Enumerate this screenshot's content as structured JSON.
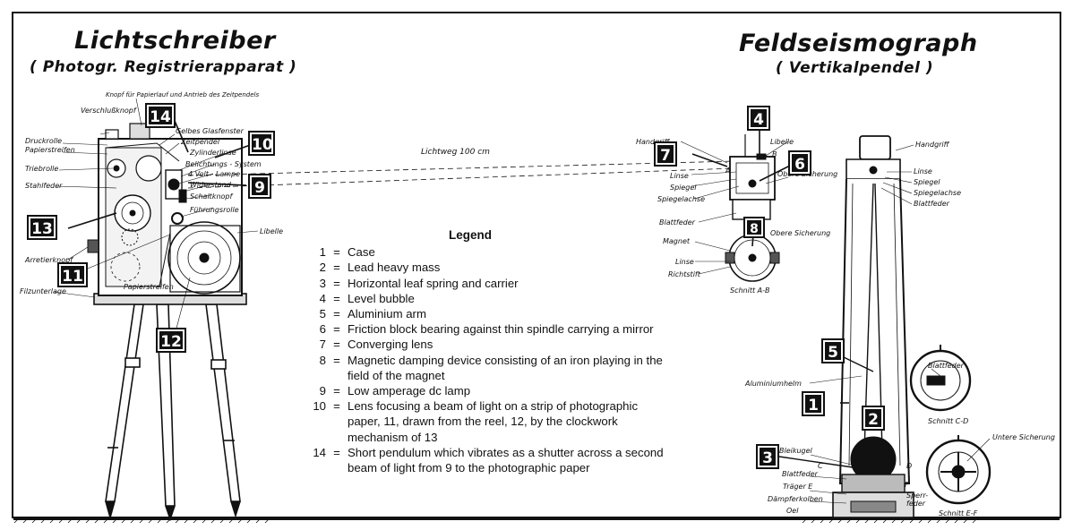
{
  "left_title": {
    "main": "Lichtschreiber",
    "sub": "( Photogr. Registrierapparat )"
  },
  "right_title": {
    "main": "Feldseismograph",
    "sub": "( Vertikalpendel )"
  },
  "lightpath_label": "Lichtweg   100 cm",
  "legend": {
    "title": "Legend",
    "items": [
      {
        "num": "1",
        "text": "Case"
      },
      {
        "num": "2",
        "text": "Lead heavy mass"
      },
      {
        "num": "3",
        "text": "Horizontal leaf spring and carrier"
      },
      {
        "num": "4",
        "text": "Level bubble"
      },
      {
        "num": "5",
        "text": "Aluminium arm"
      },
      {
        "num": "6",
        "text": "Friction block bearing against thin spindle carrying a mirror"
      },
      {
        "num": "7",
        "text": "Converging lens"
      },
      {
        "num": "8",
        "text": "Magnetic damping device consisting of an iron playing in the field of the magnet"
      },
      {
        "num": "9",
        "text": "Low amperage dc lamp"
      },
      {
        "num": "10",
        "text": "Lens focusing a beam of light on a strip of photographic paper, 11, drawn from the reel, 12, by the clockwork mechanism of 13"
      },
      {
        "num": "14",
        "text": "Short pendulum which vibrates as a shutter across a second beam of light from 9 to the photographic paper"
      }
    ]
  },
  "badges": {
    "b1": "1",
    "b2": "2",
    "b3": "3",
    "b4": "4",
    "b5": "5",
    "b6": "6",
    "b7": "7",
    "b8": "8",
    "b9": "9",
    "b10": "10",
    "b11": "11",
    "b12": "12",
    "b13": "13",
    "b14": "14"
  },
  "recorder_labels": {
    "verschlussknopf": "Verschlußknopf",
    "knopf": "Knopf für Papierlauf und Antrieb des Zeitpendels",
    "gelbes": "Gelbes Glasfenster",
    "zeitpendel": "Zeitpendel",
    "zylinderlinse": "Zylinderlinse",
    "belichtungs": "Belichtungs - System",
    "lampe": "4 Volt - Lampe",
    "widerstand": "Widerstand",
    "schaltknopf": "Schaltknopf",
    "fuhrungsrolle": "Führungsrolle",
    "libelle": "Libelle",
    "druckrolle": "Druckrolle",
    "papierstreifen_top": "Papierstreifen",
    "triebrolle": "Triebrolle",
    "stahlfeder": "Stahlfeder",
    "arretierknopf": "Arretierknopf",
    "filzunterlage": "Filzunterlage",
    "papierstreifen_bottom": "Papierstreifen"
  },
  "seismo_labels": {
    "handgriff_small": "Handgriff",
    "libelle": "Libelle",
    "b": "B",
    "a": "A",
    "linse": "Linse",
    "obere_sicherung": "Obere Sicherung",
    "spiegel": "Spiegel",
    "spiegelachse": "Spiegelachse",
    "blattfeder_small": "Blattfeder",
    "magnet": "Magnet",
    "obere_sicherung2": "Obere Sicherung",
    "linse2": "Linse",
    "richtstift": "Richtstift",
    "schnitt_ab": "Schnitt  A-B",
    "handgriff_tall": "Handgriff",
    "linse_tall": "Linse",
    "spiegel_tall": "Spiegel",
    "spiegelachse_tall": "Spiegelachse",
    "blattfeder_tall": "Blattfeder",
    "blattfeder_cd": "Blattfeder",
    "aluminiumhelm": "Aluminiumhelm",
    "schnitt_cd": "Schnitt  C-D",
    "untere_sicherung": "Untere Sicherung",
    "bleikugel": "Bleikugel",
    "c": "C",
    "d": "D",
    "blattfeder_bottom": "Blattfeder",
    "trager": "Träger  E",
    "f": "F",
    "dampferkolben": "Dämpferkolben",
    "oel": "Oel",
    "sperrfeder": "Sperr- feder",
    "schnitt_ef": "Schnitt  E-F"
  }
}
